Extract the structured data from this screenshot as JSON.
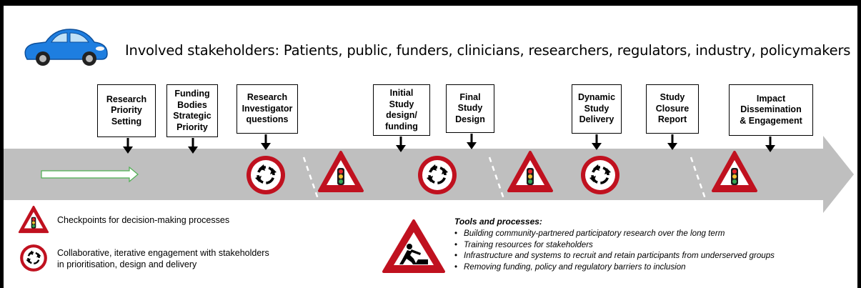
{
  "title": "Involved stakeholders: Patients, public, funders, clinicians, researchers, regulators, industry, policymakers",
  "stages": [
    {
      "label": "Research\nPriority\nSetting"
    },
    {
      "label": "Funding\nBodies\nStrategic\nPriority"
    },
    {
      "label": "Research\nInvestigator\nquestions"
    },
    {
      "label": "Initial\nStudy\ndesign/\nfunding"
    },
    {
      "label": "Final\nStudy\nDesign"
    },
    {
      "label": "Dynamic\nStudy\nDelivery"
    },
    {
      "label": "Study\nClosure\nReport"
    },
    {
      "label": "Impact\nDissemination\n& Engagement"
    }
  ],
  "legend": {
    "checkpoint": "Checkpoints for decision-making processes",
    "engagement": "Collaborative, iterative engagement with stakeholders\nin prioritisation, design and delivery"
  },
  "tools": {
    "heading": "Tools and processes:",
    "items": [
      "Building community-partnered participatory  research over the long term",
      "Training resources for stakeholders",
      "Infrastructure  and systems to recruit and retain participants from underserved groups",
      "Removing funding, policy and regulatory barriers to inclusion"
    ]
  },
  "colors": {
    "road": "#bfbfbf",
    "warning_red": "#c0111f",
    "car_blue": "#1e7ee0",
    "light_red": "#e8222a",
    "light_amber": "#f2c230",
    "light_green": "#34a853"
  },
  "icons": {
    "car": "car-icon",
    "checkpoint": "traffic-light-warning-icon",
    "roundabout": "roundabout-sign-icon",
    "roadworks": "roadworks-sign-icon",
    "arrow": "down-arrow-icon"
  }
}
